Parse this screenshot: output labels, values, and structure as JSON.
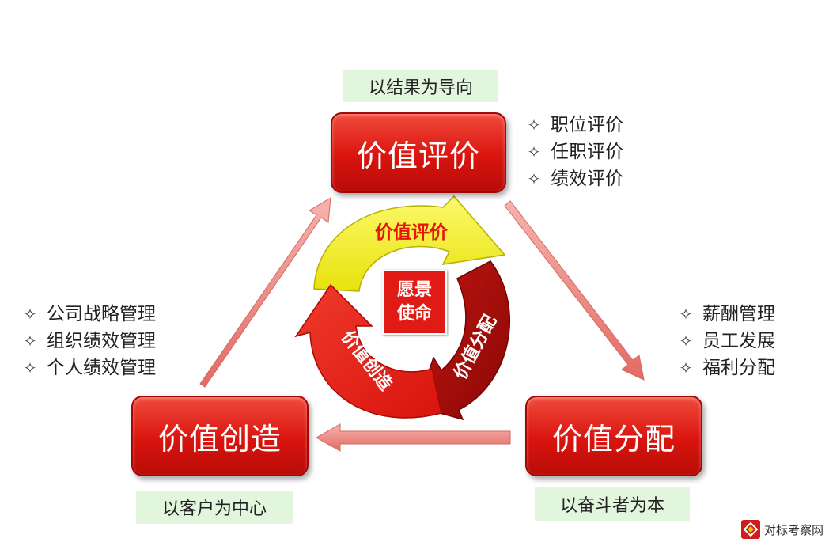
{
  "nodes": {
    "top": {
      "title": "价值评价",
      "label": "以结果为导向",
      "items": [
        "职位评价",
        "任职评价",
        "绩效评价"
      ]
    },
    "right": {
      "title": "价值分配",
      "label": "以奋斗者为本",
      "items": [
        "薪酬管理",
        "员工发展",
        "福利分配"
      ]
    },
    "left": {
      "title": "价值创造",
      "label": "以客户为中心",
      "items": [
        "公司战略管理",
        "组织绩效管理",
        "个人绩效管理"
      ]
    }
  },
  "cycle": {
    "segments": [
      "价值评价",
      "价值分配",
      "价值创造"
    ],
    "center": [
      "愿景",
      "使命"
    ]
  },
  "bullet_icon": "diamond-star-icon",
  "watermark": "对标考察网",
  "colors": {
    "box_red": "#d9140e",
    "label_green": "#e2f5dd",
    "arrow_yellow": "#f2f21a",
    "arrow_dark_red": "#a8100c",
    "arrow_red": "#e8241c",
    "link_arrow": "#f08080"
  }
}
